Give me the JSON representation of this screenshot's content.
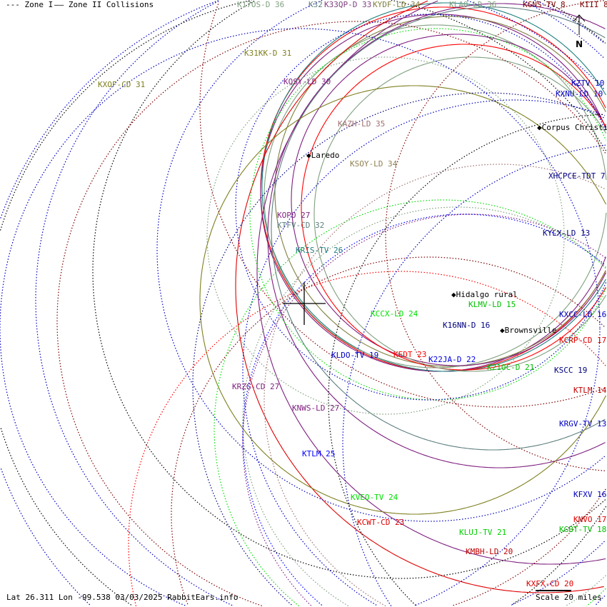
{
  "legend": {
    "zone1": "--- Zone I",
    "zone2": "—— Zone II Collisions"
  },
  "stations": [
    {
      "label": "K17OS-D 36",
      "color": "#7f9f7f"
    },
    {
      "label": "K32",
      "color": "#5f7f7f"
    },
    {
      "label": "K33QP-D 33",
      "color": "#7f3f7f"
    },
    {
      "label": "KYDF-LD 34",
      "color": "#7f7f3f"
    },
    {
      "label": "KLAO-LD 36",
      "color": "#7f9f7f"
    },
    {
      "label": "KGNS-TV 8",
      "color": "#7f0000"
    },
    {
      "label": "KIII 8",
      "color": "#7f0000"
    },
    {
      "label": "K31KK-D 31",
      "color": "#7f7f1f"
    },
    {
      "label": "KXOF-CD 31",
      "color": "#7f7f1f"
    },
    {
      "label": "KQSY-LD 30",
      "color": "#7f1f7f"
    },
    {
      "label": "KZTV 10",
      "color": "#0000bf"
    },
    {
      "label": "KXNU-LD 10",
      "color": "#0000bf"
    },
    {
      "label": "KAZH-LD 35",
      "color": "#9f6f6f"
    },
    {
      "label": "KSOY-LD 34",
      "color": "#8f7f4f"
    },
    {
      "label": "XHCPCE-TDT 7",
      "color": "#00007f"
    },
    {
      "label": "KOPO 27",
      "color": "#7f1f7f"
    },
    {
      "label": "KTFV-CD 32",
      "color": "#5f7f7f"
    },
    {
      "label": "KRIS-TV 26",
      "color": "#1f7f7f"
    },
    {
      "label": "KYLX-LD 13",
      "color": "#00007f"
    },
    {
      "label": "KLMV-LD 15",
      "color": "#00bf00"
    },
    {
      "label": "KXCC-LD 16",
      "color": "#0000bf"
    },
    {
      "label": "KCCX-LD 24",
      "color": "#00e000"
    },
    {
      "label": "K16NN-D 16",
      "color": "#00007f"
    },
    {
      "label": "KCRP-CD 17",
      "color": "#df0000"
    },
    {
      "label": "KLDO-TV 19",
      "color": "#0000bf"
    },
    {
      "label": "KEDT 23",
      "color": "#ff0000"
    },
    {
      "label": "K22JA-D 22",
      "color": "#0000df"
    },
    {
      "label": "K21OC-D 21",
      "color": "#00c000"
    },
    {
      "label": "KSCC 19",
      "color": "#00007f"
    },
    {
      "label": "KRZG-CD 27",
      "color": "#7f1f7f"
    },
    {
      "label": "KTLM 14",
      "color": "#bf0000"
    },
    {
      "label": "KNWS-LD 27",
      "color": "#7f1f7f"
    },
    {
      "label": "KRGV-TV 13",
      "color": "#0000bf"
    },
    {
      "label": "KTLM 25",
      "color": "#0000ff"
    },
    {
      "label": "KFXV 16",
      "color": "#0000bf"
    },
    {
      "label": "KVEO-TV 24",
      "color": "#00e000"
    },
    {
      "label": "KNVO 17",
      "color": "#df0000"
    },
    {
      "label": "KCWT-CD 23",
      "color": "#df0000"
    },
    {
      "label": "KGBT-TV 18",
      "color": "#00c000"
    },
    {
      "label": "KLUJ-TV 21",
      "color": "#00d000"
    },
    {
      "label": "KMBH-LD 20",
      "color": "#bf0000"
    },
    {
      "label": "KXFX-CD 20",
      "color": "#df0000"
    }
  ],
  "cities": [
    {
      "name": "Corpus Christi"
    },
    {
      "name": "Laredo"
    },
    {
      "name": "Hidalgo rural"
    },
    {
      "name": "Brownsville"
    }
  ],
  "compass": {
    "label": "N"
  },
  "scale": {
    "label": "Scale 20 miles"
  },
  "footer": {
    "text": "Lat 26.311 Lon -99.538 03/03/2025 RabbitEars.info"
  }
}
